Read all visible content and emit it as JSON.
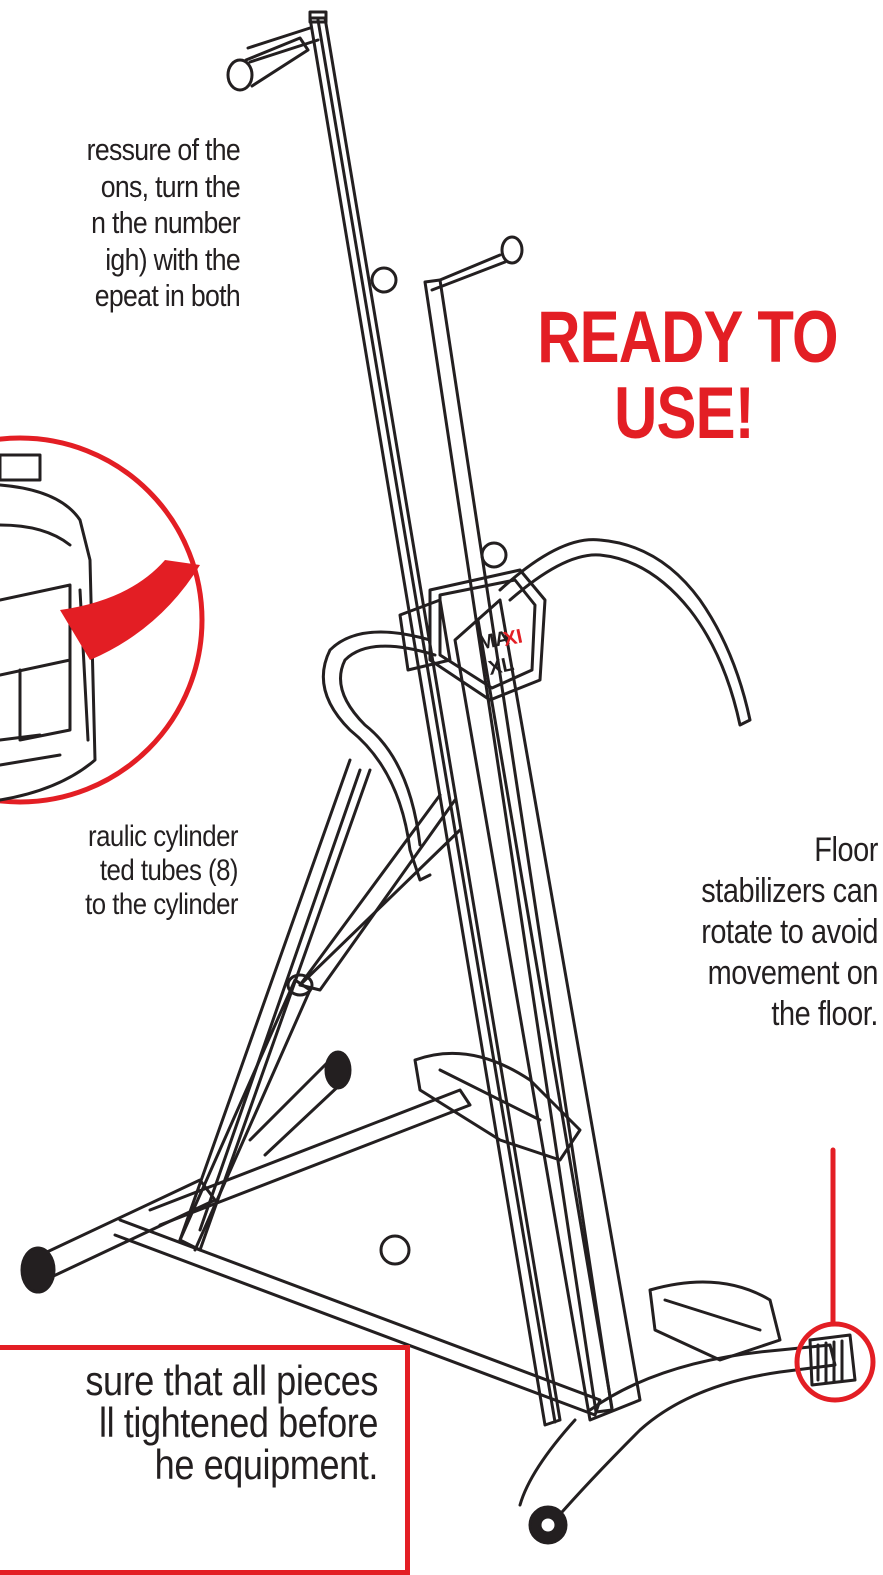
{
  "pressure_text": {
    "lines": [
      "ressure of the",
      "ons, turn the",
      "n the number",
      "igh) with the",
      "epeat in both"
    ]
  },
  "hydraulic_text": {
    "lines": [
      "raulic cylinder",
      "ted tubes (8)",
      "to the cylinder"
    ]
  },
  "ready_heading": {
    "lines": [
      "READY TO",
      "USE!"
    ]
  },
  "floor_note": {
    "lines": [
      "Floor",
      "stabilizers can",
      "rotate to avoid",
      "movement on",
      "the floor."
    ]
  },
  "check_note": {
    "lines": [
      "sure that all pieces",
      "ll tightened before",
      "he equipment."
    ]
  },
  "logo": {
    "text_top": "MA",
    "text_mid": "XI",
    "text_bottom": "XL"
  },
  "colors": {
    "accent_red": "#e31e24",
    "ink": "#231f20"
  }
}
